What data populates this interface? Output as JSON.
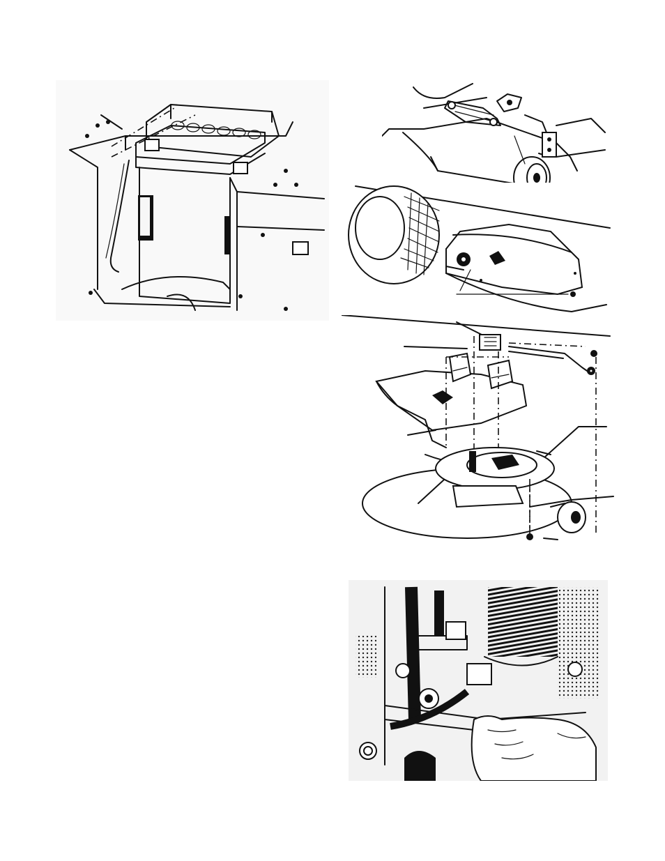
{
  "page": {
    "figures": [
      {
        "id": "battery",
        "caption": "",
        "icon": "battery-diagram-icon"
      },
      {
        "id": "discharge-chute-mount",
        "caption": "",
        "icon": "deck-bracket-diagram-icon"
      },
      {
        "id": "chute-on-deck",
        "caption": "",
        "icon": "chute-deck-diagram-icon"
      },
      {
        "id": "exploded-chute",
        "caption": "",
        "icon": "exploded-chute-diagram-icon"
      },
      {
        "id": "engine-photo",
        "caption": "",
        "icon": "engine-photo-icon"
      }
    ]
  }
}
